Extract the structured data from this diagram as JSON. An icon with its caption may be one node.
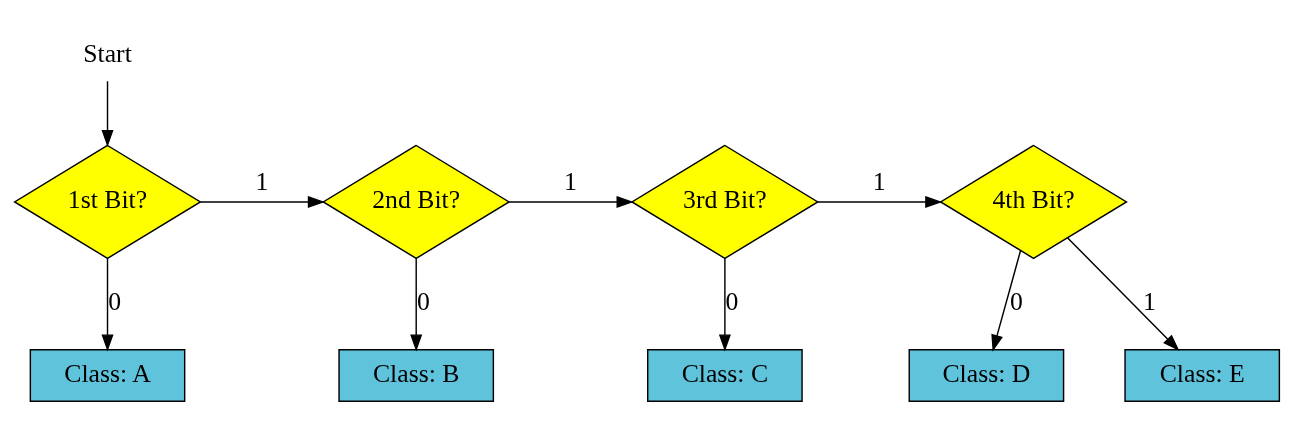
{
  "diagram": {
    "nodes": [
      {
        "text": [
          "Start"
        ]
      },
      {
        "text": [
          "1st Bit?"
        ]
      },
      {
        "text": [
          "2nd Bit?"
        ]
      },
      {
        "text": [
          "3rd Bit?"
        ]
      },
      {
        "text": [
          "4th Bit?"
        ]
      },
      {
        "text": [
          "Class: A"
        ]
      },
      {
        "text": [
          "Class: B"
        ]
      },
      {
        "text": [
          "Class: C"
        ]
      },
      {
        "text": [
          "Class: D"
        ]
      },
      {
        "text": [
          "Class: E"
        ]
      }
    ],
    "edges": [
      {
        "from": 0,
        "to": 1,
        "arrow": "to"
      },
      {
        "from": 1,
        "to": 2,
        "arrow": "to",
        "label": "1"
      },
      {
        "from": 2,
        "to": 3,
        "arrow": "to",
        "label": "1"
      },
      {
        "from": 3,
        "to": 4,
        "arrow": "to",
        "label": "1"
      },
      {
        "from": 4,
        "to": 9,
        "arrow": "to",
        "label": "1"
      },
      {
        "from": 1,
        "to": 5,
        "arrow": "to",
        "label": "0"
      },
      {
        "from": 2,
        "to": 6,
        "arrow": "to",
        "label": "0"
      },
      {
        "from": 3,
        "to": 7,
        "arrow": "to",
        "label": "0"
      },
      {
        "from": 4,
        "to": 8,
        "arrow": "to",
        "label": "0"
      }
    ]
  }
}
